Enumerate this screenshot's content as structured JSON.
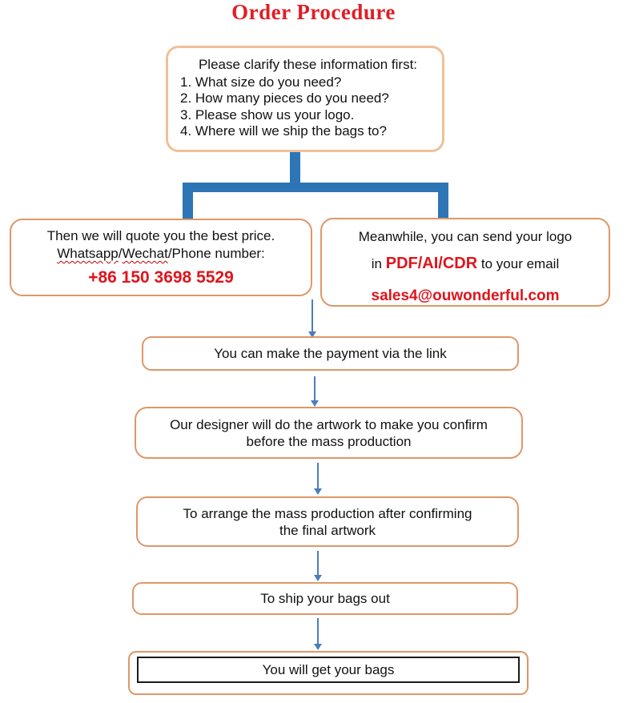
{
  "title": "Order Procedure",
  "colors": {
    "title_red": "#df1f25",
    "accent_red": "#e0141b",
    "box_border_light": "#efc09a",
    "box_border_orange": "#de9768",
    "connector_blue": "#2e75b6",
    "arrow_blue": "#4a7ebb",
    "squiggle_red": "#c00000"
  },
  "boxes": {
    "clarify": {
      "heading": "Please clarify these information first:",
      "items": [
        "1. What size do you need?",
        "2. How many pieces do you need?",
        "3. Please show us your logo.",
        "4. Where will we ship the bags to?"
      ]
    },
    "quote": {
      "line1": "Then we will quote you the best price.",
      "line2": {
        "word1": "Whatsapp",
        "sep": "/",
        "word2": "Wechat",
        "rest": "/Phone number:"
      },
      "phone": "+86 150 3698 5529"
    },
    "logo": {
      "line1": "Meanwhile, you can send your logo",
      "line2_prefix": "in ",
      "line2_formats": "PDF/AI/CDR",
      "line2_suffix": " to your email",
      "email": "sales4@ouwonderful.com"
    },
    "payment": {
      "text": "You can make the payment via the link"
    },
    "artwork": {
      "line1": "Our designer will do the artwork to make you confirm",
      "line2": "before the mass production"
    },
    "production": {
      "line1": "To arrange the mass production after confirming",
      "line2": "the final artwork"
    },
    "ship": {
      "text": "To ship your bags out"
    },
    "receive": {
      "text": "You will get your bags"
    }
  }
}
